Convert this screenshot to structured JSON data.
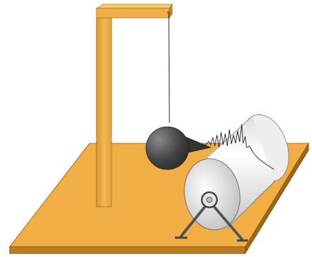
{
  "colors": {
    "platform_top": "#f0ae45",
    "platform_side": "#b97c1f",
    "stand_front": "#f0ae45",
    "stand_dark": "#c98a2c",
    "stand_light": "#f7c873",
    "drum_light": "#f4f4f4",
    "drum_shade": "#cfcfcf",
    "ball_dark": "#3a3a3a",
    "ball_light": "#8c8c8c",
    "trace": "#222222"
  },
  "parts": [
    "platform",
    "stand",
    "string",
    "pendulum-bob",
    "stylus",
    "recording-drum",
    "drum-support",
    "seismogram-trace"
  ]
}
